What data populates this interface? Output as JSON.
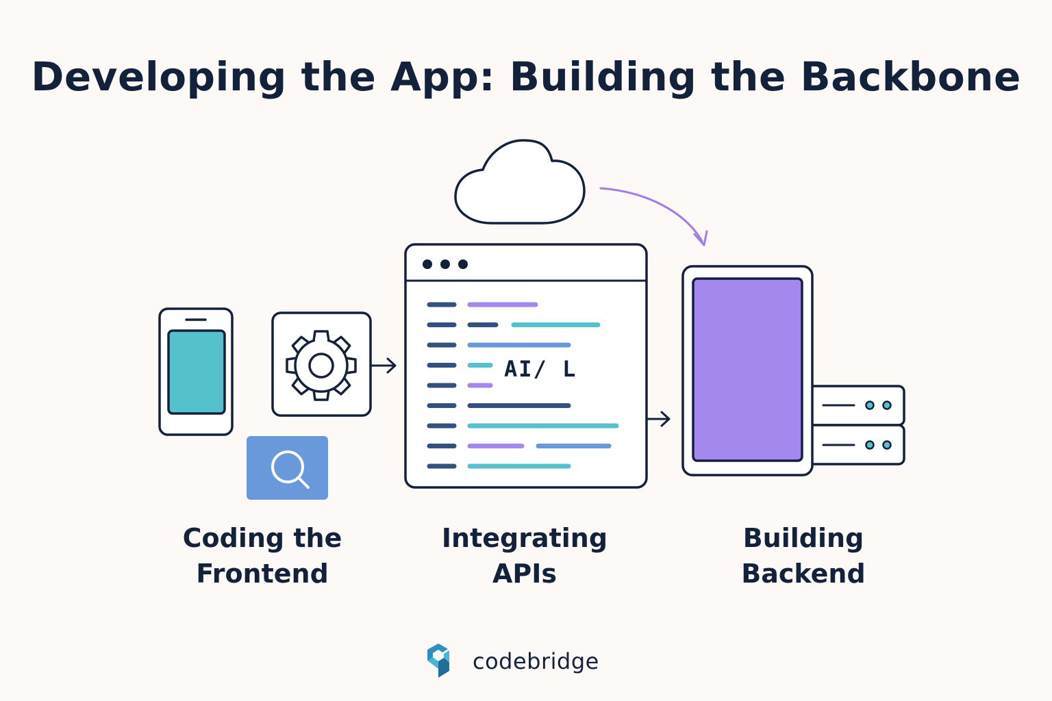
{
  "title": "Developing the App: Building the Backbone",
  "code_window": {
    "code_text": "AI/ L"
  },
  "steps": [
    {
      "line1": "Coding the",
      "line2": "Frontend"
    },
    {
      "line1": "Integrating",
      "line2": "APIs"
    },
    {
      "line1": "Building",
      "line2": "Backend"
    }
  ],
  "brand": {
    "name": "codebridge"
  },
  "colors": {
    "background": "#fcf9f6",
    "ink": "#13213a",
    "teal": "#55c1cc",
    "purple": "#a488ee",
    "blue": "#6a99db",
    "navy_line": "#34507e"
  }
}
